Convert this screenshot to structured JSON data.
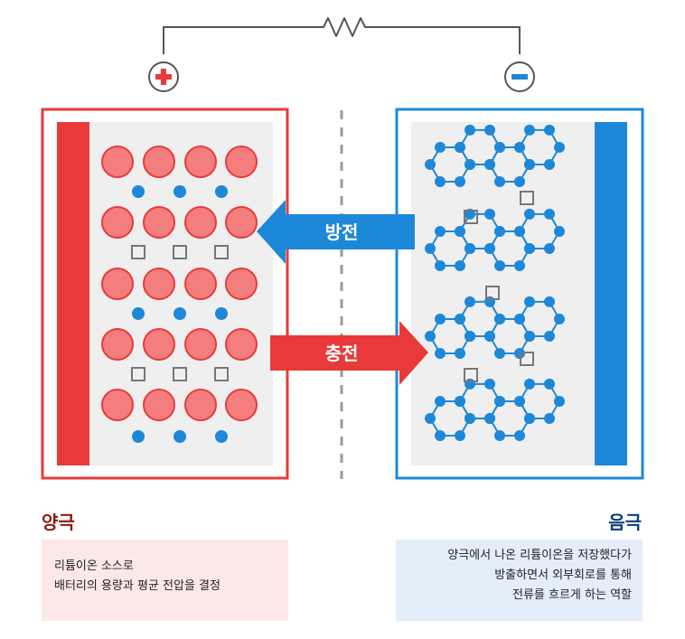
{
  "arrows": {
    "discharge": "방전",
    "charge": "충전"
  },
  "cathode": {
    "title": "양극",
    "color": "#e83a3a",
    "description": [
      "리튬이온 소스로",
      "배터리의 용량과 평균 전압을 결정"
    ]
  },
  "anode": {
    "title": "음극",
    "color": "#1e88d8",
    "description": [
      "양극에서 나온 리튬이온을 저장했다가",
      "방출하면서 외부회로를 통해",
      "전류를 흐르게 하는 역할"
    ]
  },
  "icons": {
    "positive": "plus-terminal-icon",
    "negative": "minus-terminal-icon",
    "resistor": "resistor-icon"
  }
}
